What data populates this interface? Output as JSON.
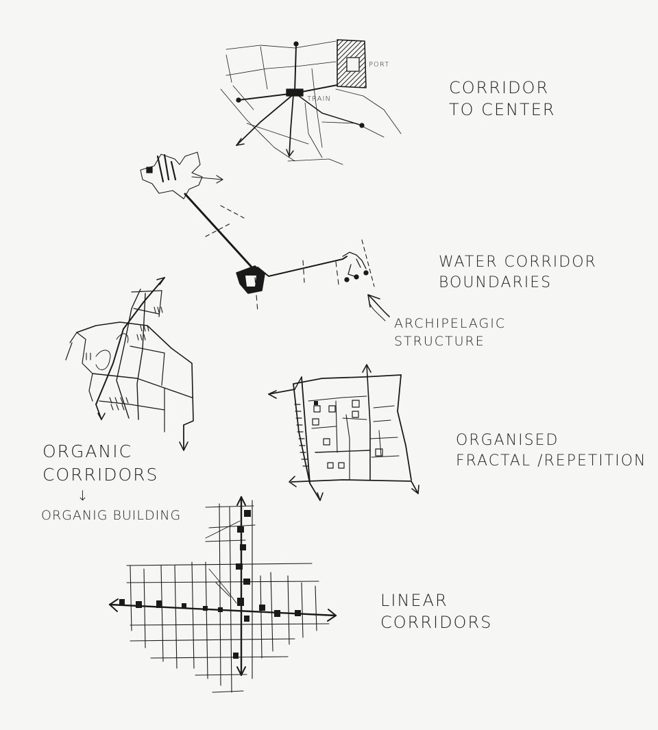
{
  "sketches": {
    "corridor_to_center": {
      "title_line1": "CORRIDOR",
      "title_line2": "TO CENTER",
      "port_label": "PORT",
      "train_label": "TRAIN"
    },
    "water_corridor": {
      "title_line1": "WATER CORRIDOR",
      "title_line2": "BOUNDARIES",
      "note_line1": "ARCHIPELAGIC",
      "note_line2": "STRUCTURE"
    },
    "organic_corridors": {
      "title_line1": "ORGANIC",
      "title_line2": "CORRIDORS",
      "arrow": "↓",
      "subtitle": "ORGANIG BUILDING"
    },
    "organised_fractal": {
      "title_line1": "ORGANISED",
      "title_line2": "FRACTAL /REPETITION"
    },
    "linear_corridors": {
      "title_line1": "LINEAR",
      "title_line2": "CORRIDORS"
    }
  },
  "colors": {
    "paper": "#f6f6f4",
    "ink": "#1a1a1a"
  }
}
